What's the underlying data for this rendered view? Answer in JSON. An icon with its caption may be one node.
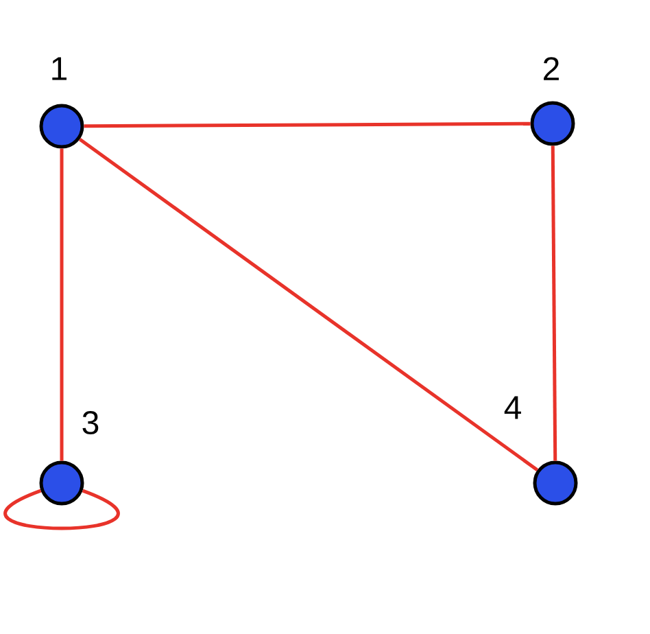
{
  "diagram": {
    "nodes": [
      {
        "text": [],
        "shape": "circle",
        "beside": [
          "1"
        ]
      },
      {
        "text": [],
        "shape": "circle",
        "beside": [
          "2"
        ]
      },
      {
        "text": [],
        "shape": "circle",
        "beside": [
          "3"
        ]
      },
      {
        "text": [],
        "shape": "circle",
        "beside": [
          "4"
        ]
      }
    ],
    "edges": [
      {
        "from": 0,
        "to": 1,
        "arrow": "none"
      },
      {
        "from": 0,
        "to": 2,
        "arrow": "none"
      },
      {
        "from": 0,
        "to": 3,
        "arrow": "none"
      },
      {
        "from": 1,
        "to": 3,
        "arrow": "none"
      },
      {
        "from": 2,
        "to": 2,
        "arrow": "none"
      }
    ]
  }
}
